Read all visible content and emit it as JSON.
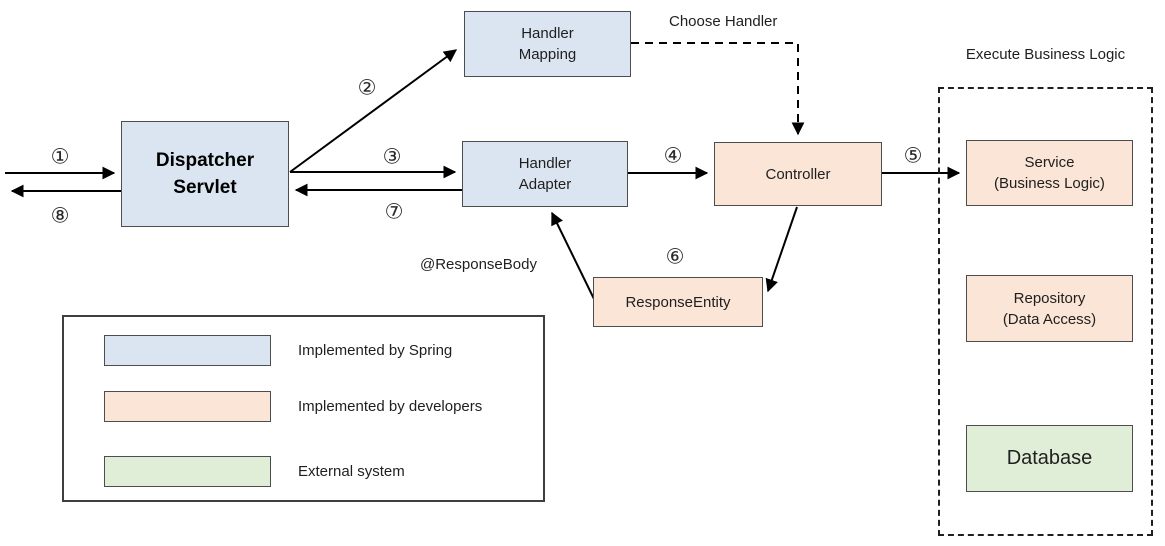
{
  "nodes": {
    "handler_mapping": {
      "label": "Handler\nMapping"
    },
    "dispatcher_servlet": {
      "label": "Dispatcher\nServlet"
    },
    "handler_adapter": {
      "label": "Handler\nAdapter"
    },
    "controller": {
      "label": "Controller"
    },
    "response_entity": {
      "label": "ResponseEntity"
    },
    "service": {
      "label": "Service\n(Business Logic)"
    },
    "repository": {
      "label": "Repository\n(Data Access)"
    },
    "database": {
      "label": "Database"
    }
  },
  "annotations": {
    "choose_handler": "Choose Handler",
    "execute_business_logic": "Execute Business Logic",
    "response_body": "@ResponseBody"
  },
  "steps": {
    "s1": "①",
    "s2": "②",
    "s3": "③",
    "s4": "④",
    "s5": "⑤",
    "s6": "⑥",
    "s7": "⑦",
    "s8": "⑧"
  },
  "legend": {
    "items": [
      {
        "label": "Implemented by Spring",
        "color": "#dbe5f1"
      },
      {
        "label": "Implemented by developers",
        "color": "#fbe5d6"
      },
      {
        "label": "External system",
        "color": "#e0eed8"
      }
    ]
  },
  "colors": {
    "spring": "#dbe5f1",
    "developer": "#fbe5d6",
    "external": "#e0eed8",
    "arrow": "#000000"
  }
}
